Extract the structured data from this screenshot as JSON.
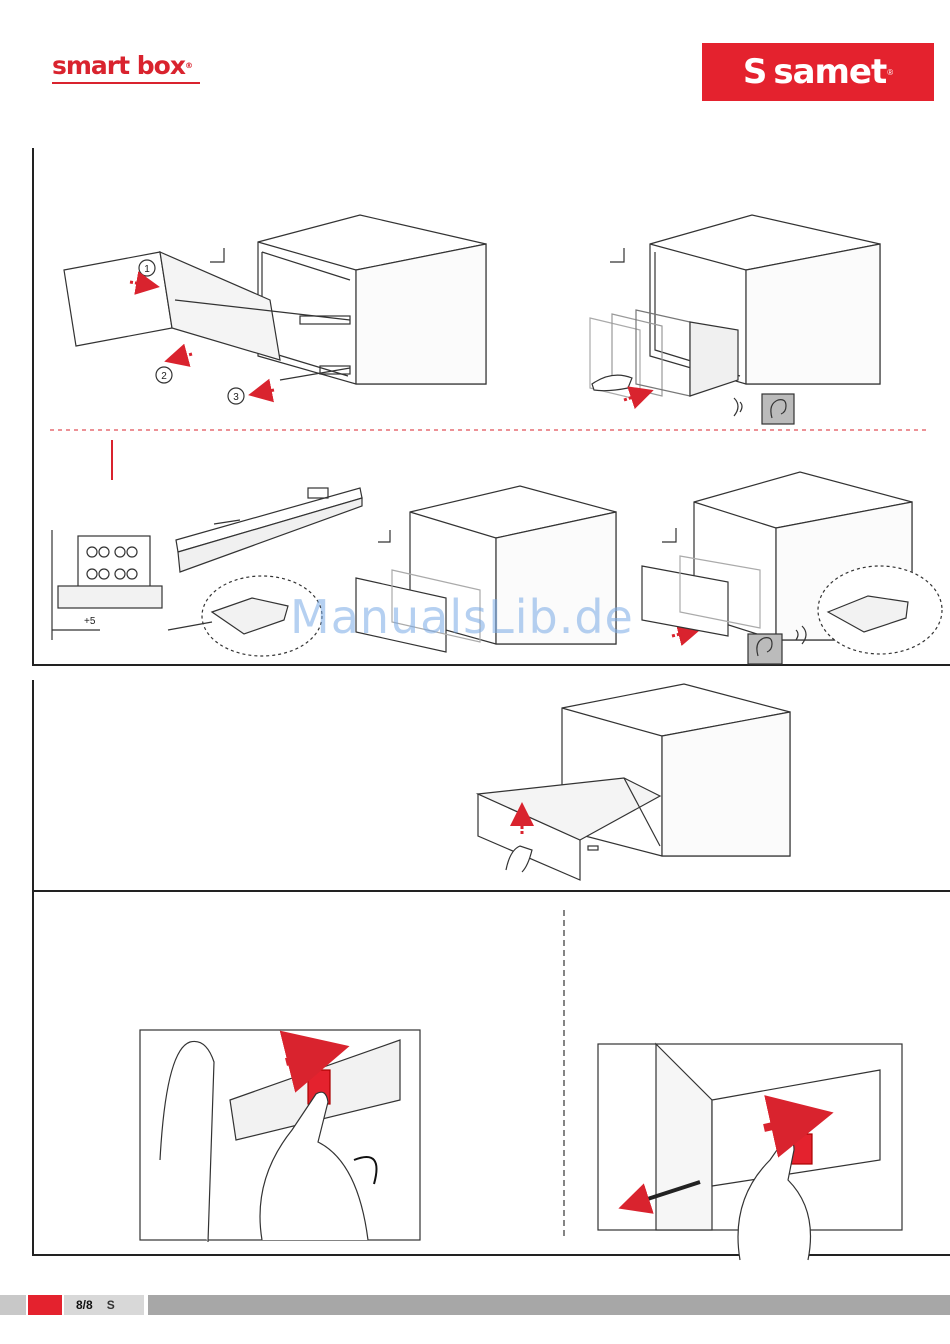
{
  "header": {
    "left_logo": "smart box",
    "left_logo_reg": "®",
    "right_logo_mark": "S",
    "right_logo": "samet",
    "right_logo_reg": "®"
  },
  "colors": {
    "brand_red": "#e4222e",
    "line": "#222222",
    "arrow": "#d9232e"
  },
  "step_labels": {
    "a": "1",
    "b": "2",
    "c": "3"
  },
  "measure": {
    "dimension": "+5"
  },
  "watermark": "ManualsLib.de",
  "footer": {
    "page": "8/8",
    "mark": "S"
  }
}
